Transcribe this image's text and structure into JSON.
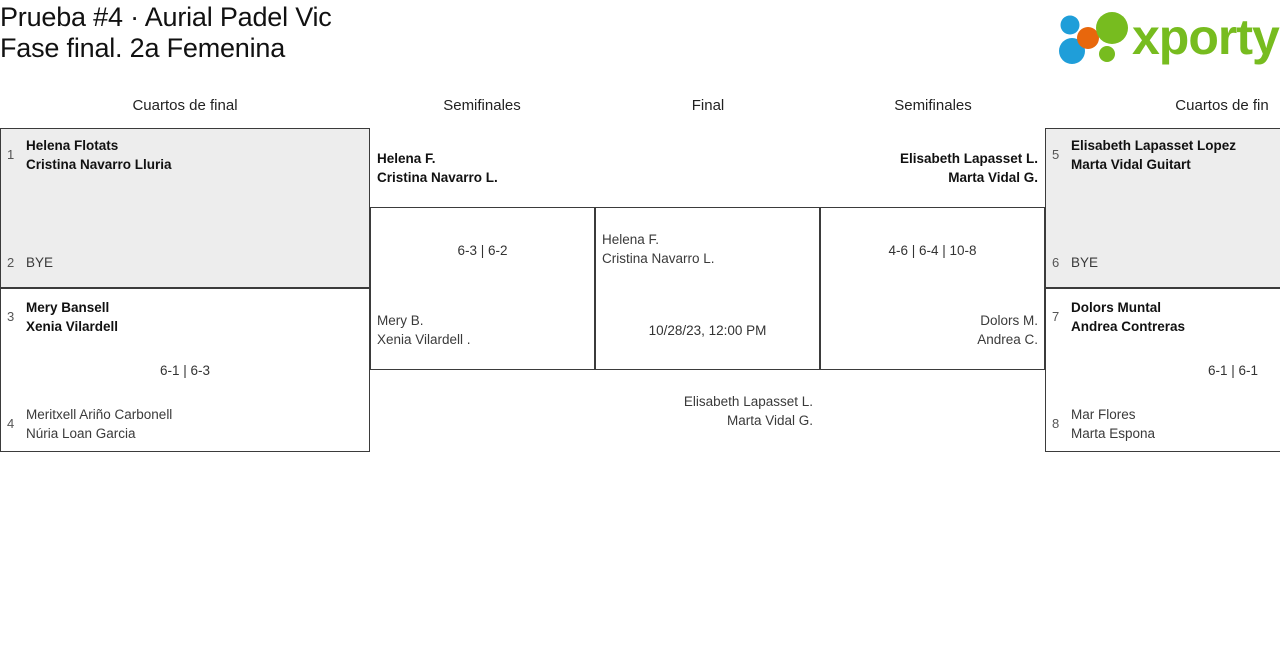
{
  "header": {
    "title": "Prueba #4 · Aurial Padel Vic\nFase final. 2a Femenina",
    "logo_word": "xporty",
    "logo_colors": {
      "green": "#77bc1f",
      "blue": "#1f9ed9",
      "orange": "#e8670c"
    }
  },
  "rounds": [
    {
      "label": "Cuartos de final"
    },
    {
      "label": "Semifinales"
    },
    {
      "label": "Final"
    },
    {
      "label": "Semifinales"
    },
    {
      "label": "Cuartos de fin"
    }
  ],
  "matches": {
    "qf_left_top": {
      "top": {
        "seed": "1",
        "line1": "Helena Flotats",
        "line2": "Cristina Navarro Lluria",
        "winner": true
      },
      "bottom": {
        "seed": "2",
        "line1": "BYE",
        "line2": "",
        "winner": false
      },
      "score": ""
    },
    "qf_left_bottom": {
      "top": {
        "seed": "3",
        "line1": "Mery Bansell",
        "line2": "Xenia Vilardell",
        "winner": true
      },
      "bottom": {
        "seed": "4",
        "line1": "Meritxell Ariño Carbonell",
        "line2": "Núria Loan Garcia",
        "winner": false
      },
      "score": "6-1 | 6-3"
    },
    "sf_left": {
      "top": {
        "line1": "Helena F.",
        "line2": "Cristina Navarro L.",
        "winner": true
      },
      "bottom": {
        "line1": "Mery B.",
        "line2": "Xenia Vilardell .",
        "winner": false
      },
      "score": "6-3 | 6-2"
    },
    "final": {
      "top": {
        "line1": "Helena F.",
        "line2": "Cristina Navarro L.",
        "winner": false
      },
      "bottom": {
        "line1": "Elisabeth Lapasset L.",
        "line2": "Marta Vidal G.",
        "winner": false
      },
      "datetime": "10/28/23, 12:00 PM"
    },
    "sf_right": {
      "top": {
        "line1": "Elisabeth Lapasset L.",
        "line2": "Marta Vidal G.",
        "winner": true
      },
      "bottom": {
        "line1": "Dolors M.",
        "line2": "Andrea C.",
        "winner": false
      },
      "score": "4-6 | 6-4 | 10-8"
    },
    "qf_right_top": {
      "top": {
        "seed": "5",
        "line1": "Elisabeth Lapasset Lopez",
        "line2": "Marta Vidal Guitart",
        "winner": true
      },
      "bottom": {
        "seed": "6",
        "line1": "BYE",
        "line2": "",
        "winner": false
      },
      "score": ""
    },
    "qf_right_bottom": {
      "top": {
        "seed": "7",
        "line1": "Dolors Muntal",
        "line2": "Andrea Contreras",
        "winner": true
      },
      "bottom": {
        "seed": "8",
        "line1": "Mar Flores",
        "line2": "Marta Espona",
        "winner": false
      },
      "score": "6-1 | 6-1"
    }
  }
}
